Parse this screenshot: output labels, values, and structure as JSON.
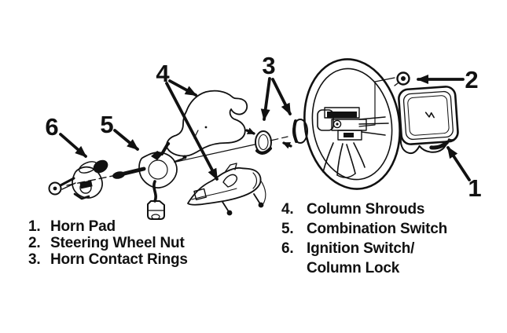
{
  "colors": {
    "ink": "#111111",
    "paper": "#ffffff"
  },
  "diagram": {
    "callout_numbers": [
      "1",
      "2",
      "3",
      "4",
      "5",
      "6"
    ]
  },
  "legend": {
    "left": [
      {
        "num": "1.",
        "label": "Horn Pad"
      },
      {
        "num": "2.",
        "label": "Steering Wheel Nut"
      },
      {
        "num": "3.",
        "label": "Horn Contact Rings"
      }
    ],
    "right": [
      {
        "num": "4.",
        "label": "Column Shrouds"
      },
      {
        "num": "5.",
        "label": "Combination Switch"
      },
      {
        "num": "6.",
        "label": "Ignition Switch/"
      },
      {
        "num": "",
        "label": "Column Lock"
      }
    ]
  }
}
